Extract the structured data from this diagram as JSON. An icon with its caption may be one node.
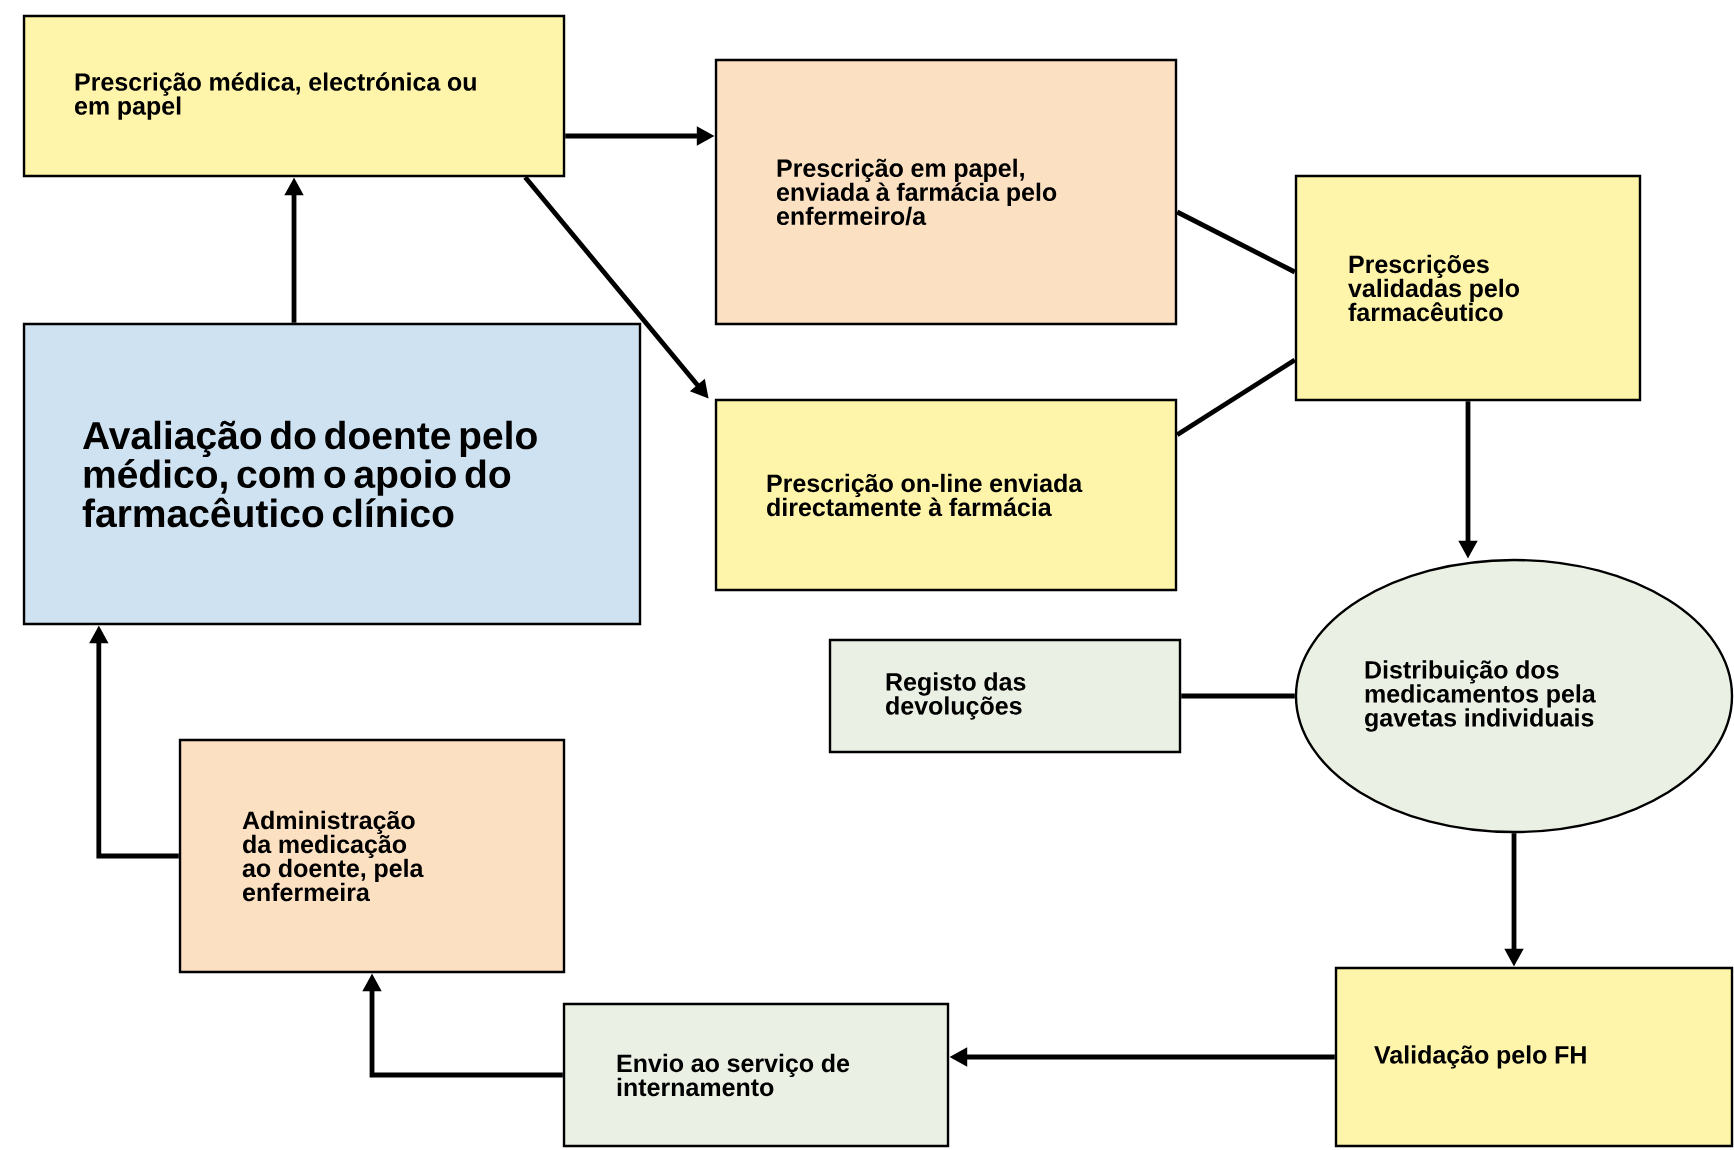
{
  "diagram": {
    "nodes": [
      {
        "text": [
          "Prescrição médica, electrónica ou em papel"
        ]
      },
      {
        "text": [
          "Prescrição em papel, enviada à farmácia pelo enfermeiro/a"
        ]
      },
      {
        "text": [
          "Prescrições validadas pelo farmacêutico"
        ]
      },
      {
        "text": [
          "Avaliação do doente pelo médico, com o apoio do farmacêutico clínico"
        ]
      },
      {
        "text": [
          "Prescrição on-line enviada directamente à farmácia"
        ]
      },
      {
        "text": [
          "Distribuição dos medicamentos pela gavetas individuais"
        ]
      },
      {
        "text": [
          "Registo das devoluções"
        ]
      },
      {
        "text": [
          "Administração da medicação ao doente, pela enfermeira"
        ]
      },
      {
        "text": [
          "Envio ao serviço de internamento"
        ]
      },
      {
        "text": [
          "Validação pelo FH"
        ]
      }
    ],
    "edges": [
      {
        "from": 3,
        "to": 0,
        "arrow": "to"
      },
      {
        "from": 0,
        "to": 1,
        "arrow": "to"
      },
      {
        "from": 0,
        "to": 4,
        "arrow": "to"
      },
      {
        "from": 1,
        "to": 2,
        "arrow": "none"
      },
      {
        "from": 4,
        "to": 2,
        "arrow": "none"
      },
      {
        "from": 2,
        "to": 5,
        "arrow": "to"
      },
      {
        "from": 6,
        "to": 5,
        "arrow": "none"
      },
      {
        "from": 5,
        "to": 9,
        "arrow": "to"
      },
      {
        "from": 9,
        "to": 8,
        "arrow": "to"
      },
      {
        "from": 8,
        "to": 7,
        "arrow": "to"
      },
      {
        "from": 7,
        "to": 3,
        "arrow": "to"
      }
    ]
  }
}
